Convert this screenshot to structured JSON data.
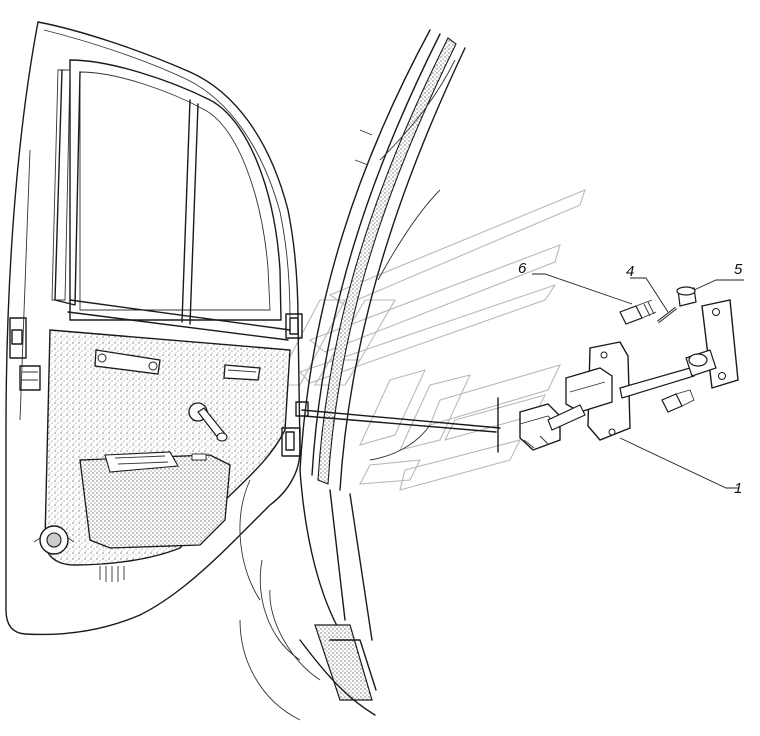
{
  "callouts": [
    {
      "id": "c6",
      "text": "6"
    },
    {
      "id": "c4",
      "text": "4"
    },
    {
      "id": "c5",
      "text": "5"
    },
    {
      "id": "c1",
      "text": "1"
    }
  ],
  "colors": {
    "line": "#1a1a1a",
    "watermark": "#b8b8b8",
    "background": "#ffffff"
  }
}
